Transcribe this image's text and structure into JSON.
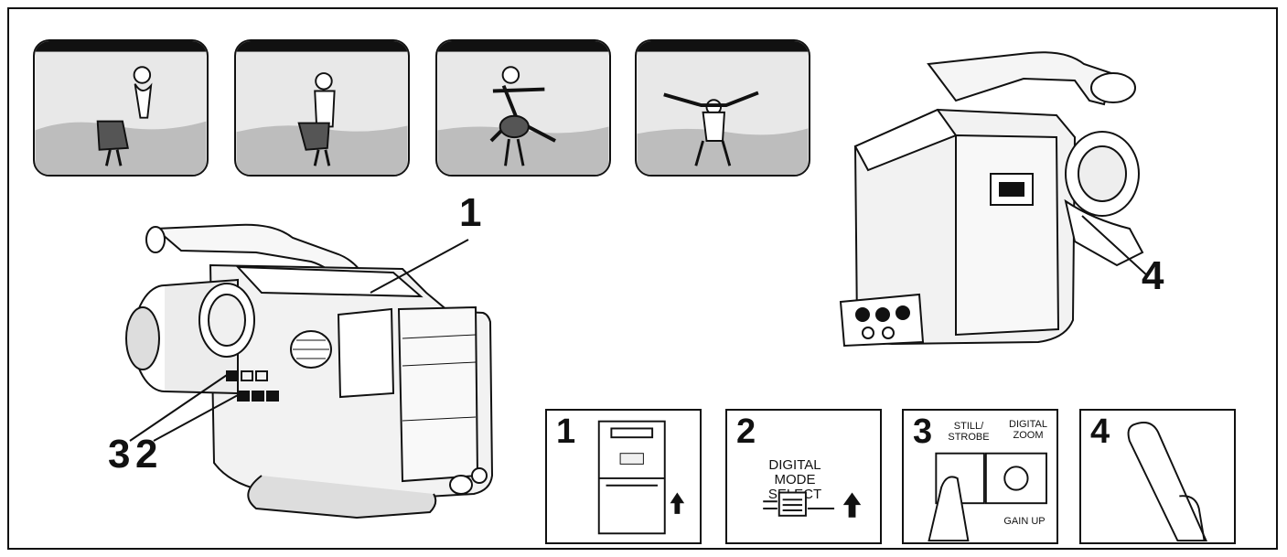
{
  "callouts": {
    "main_1": "1",
    "main_2": "2",
    "main_3": "3",
    "side_4": "4"
  },
  "panels": [
    {
      "number": "1"
    },
    {
      "number": "2",
      "label": "DIGITAL MODE SELECT"
    },
    {
      "number": "3",
      "label_left": "STILL/ STROBE",
      "label_right": "DIGITAL ZOOM",
      "label_bottom": "GAIN UP"
    },
    {
      "number": "4"
    }
  ],
  "icons": {
    "arrow": "up-arrow-icon"
  }
}
